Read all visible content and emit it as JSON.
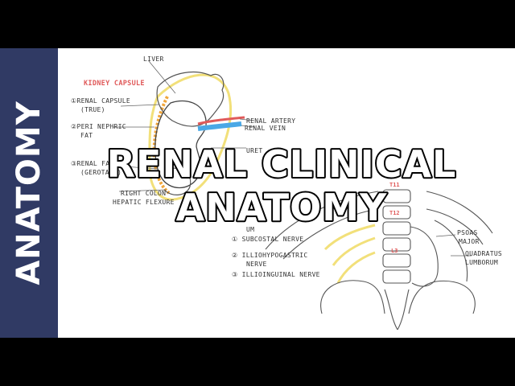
{
  "sidebar": {
    "label": "ANATOMY"
  },
  "title": {
    "line1": "RENAL CLINICAL",
    "line2": "ANATOMY"
  },
  "top_labels": {
    "liver": "LIVER",
    "kidney_capsule": "KIDNEY CAPSULE",
    "renal_capsule_1": "①RENAL CAPSULE",
    "renal_capsule_2": "(TRUE)",
    "peri_nephric_1": "②PERI NEPHRIC",
    "peri_nephric_2": "FAT",
    "renal_fascia_1": "③RENAL FASCIA",
    "renal_fascia_2": "(GEROTA'S)",
    "renal_artery": "RENAL ARTERY",
    "renal_vein": "RENAL VEIN",
    "ureter_partial": "URET",
    "colon_1": "RIGHT COLON",
    "colon_2": "HEPATIC FLEXURE",
    "um_partial": "UM"
  },
  "bottom_labels": {
    "nerve_1": "① SUBCOSTAL NERVE",
    "nerve_2a": "② ILLIOHYPOGASTRIC",
    "nerve_2b": "NERVE",
    "nerve_3": "③ ILLIOINGUINAL NERVE",
    "psoas_1": "PSOAS",
    "psoas_2": "MAJOR",
    "quadratus_1": "QUADRATUS",
    "quadratus_2": "LUMBORUM",
    "t11": "T11",
    "t12": "T12",
    "l3": "L3"
  },
  "colors": {
    "sidebar": "#303a64",
    "accent_red": "#e05a5a",
    "fat_yellow": "#f2e07a",
    "vessel_blue": "#4aa8e6",
    "vessel_red": "#e05a5a"
  }
}
